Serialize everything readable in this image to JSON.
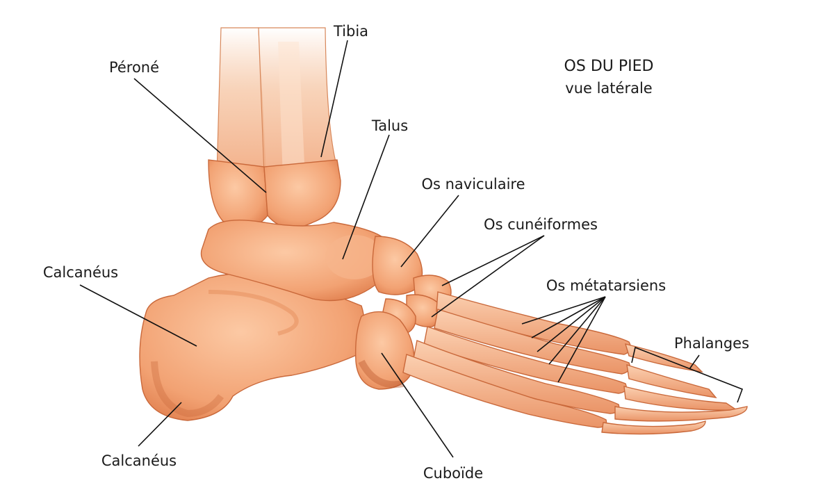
{
  "title": "OS DU PIED",
  "subtitle": "vue latérale",
  "highlight_color": "#e0262f",
  "bone_color": "#f2a57a",
  "labels": {
    "tibia": "Tibia",
    "perone": "Péroné",
    "talus": "Talus",
    "naviculaire": "Os naviculaire",
    "cuneiformes": "Os cunéiformes",
    "metatarsiens": "Os métatarsiens",
    "phalanges": "Phalanges",
    "calcaneus_top": "Calcanéus",
    "calcaneus_bottom": "Calcanéus",
    "cuboide": "Cuboïde"
  }
}
